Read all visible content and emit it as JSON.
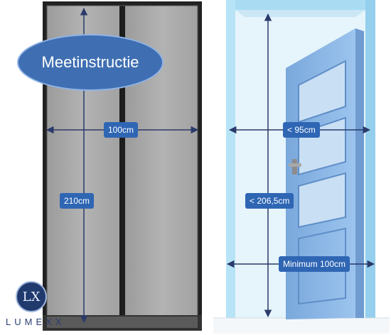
{
  "title": "Meetinstructie",
  "screen": {
    "width_label": "100cm",
    "height_label": "210cm"
  },
  "door": {
    "width_label": "< 95cm",
    "height_label": "< 206,5cm",
    "minimum_label": "Minimum 100cm"
  },
  "brand": {
    "monogram": "LX",
    "name": "LUMEXX"
  },
  "colors": {
    "label_bg": "#2f66b4",
    "frame": "#a9dcf3",
    "door": "#8fbbe8",
    "arrow": "#2a3a6a"
  }
}
